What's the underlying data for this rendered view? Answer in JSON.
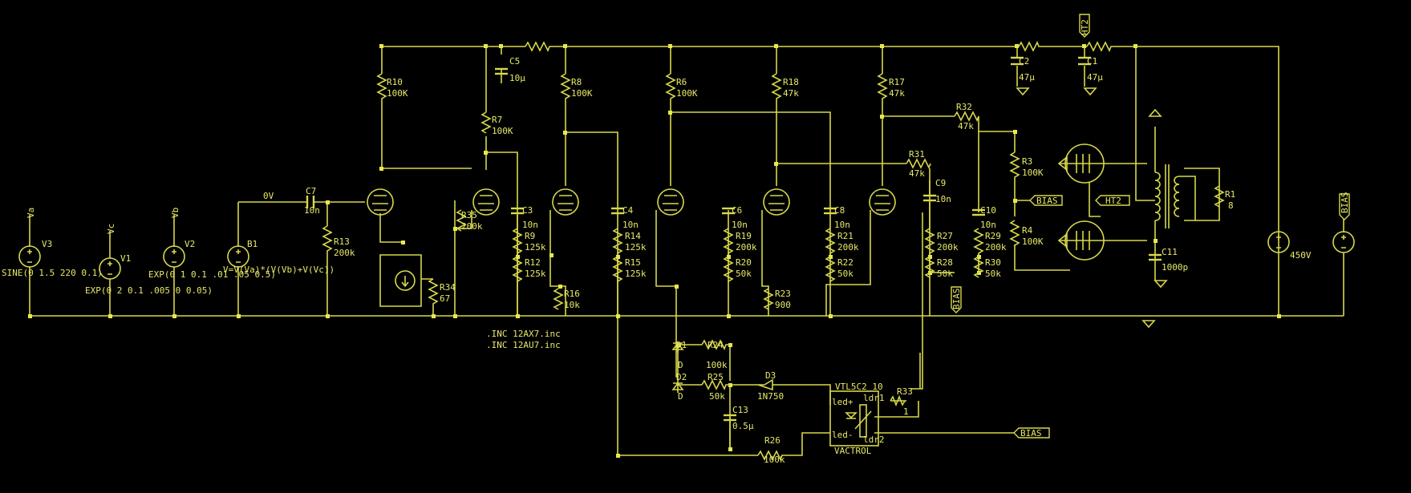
{
  "labels": {
    "node_0v": "0V",
    "nets": [
      "Va",
      "Vc",
      "Vb",
      "HT2",
      "BIAS",
      "BIAS",
      "BIAS",
      "BIAS",
      "HT2"
    ],
    "includes": [
      ".INC 12AX7.inc",
      ".INC 12AU7.inc"
    ],
    "vactrol_name": "VTL5C2_10",
    "vactrol_label": "VACTROL",
    "vactrol_pins": [
      "led+",
      "led-",
      "ldr1",
      "ldr2"
    ]
  },
  "sources": [
    {
      "ref": "V3",
      "value": "SINE(0 1.5 220 0.1)"
    },
    {
      "ref": "V1",
      "value": "EXP(0 2 0.1 .005 0 0.05)"
    },
    {
      "ref": "V2",
      "value": "EXP(0 1 0.1 .01 .05 0.5)"
    },
    {
      "ref": "B1",
      "value": "V=V(Va)*(V(Vb)+V(Vc))"
    },
    {
      "ref": "",
      "value": "450V"
    }
  ],
  "parts": [
    {
      "ref": "R10",
      "value": "100K"
    },
    {
      "ref": "R7",
      "value": "100K"
    },
    {
      "ref": "C5",
      "value": "10µ"
    },
    {
      "ref": "R8",
      "value": "100K"
    },
    {
      "ref": "R6",
      "value": "100K"
    },
    {
      "ref": "R18",
      "value": "47k"
    },
    {
      "ref": "R17",
      "value": "47k"
    },
    {
      "ref": "C2",
      "value": "47µ"
    },
    {
      "ref": "C1",
      "value": "47µ"
    },
    {
      "ref": "R32",
      "value": "47k"
    },
    {
      "ref": "R31",
      "value": "47k"
    },
    {
      "ref": "C9",
      "value": "10n"
    },
    {
      "ref": "C7",
      "value": "10n"
    },
    {
      "ref": "R13",
      "value": "200k"
    },
    {
      "ref": "R35",
      "value": "200k"
    },
    {
      "ref": "R34",
      "value": "67"
    },
    {
      "ref": "C3",
      "value": "10n"
    },
    {
      "ref": "R9",
      "value": "125k"
    },
    {
      "ref": "R12",
      "value": "125k"
    },
    {
      "ref": "C4",
      "value": "10n"
    },
    {
      "ref": "R14",
      "value": "125k"
    },
    {
      "ref": "R15",
      "value": "125k"
    },
    {
      "ref": "R16",
      "value": "10k"
    },
    {
      "ref": "C6",
      "value": "10n"
    },
    {
      "ref": "R19",
      "value": "200k"
    },
    {
      "ref": "R20",
      "value": "50k"
    },
    {
      "ref": "R23",
      "value": "900"
    },
    {
      "ref": "C8",
      "value": "10n"
    },
    {
      "ref": "R21",
      "value": "200k"
    },
    {
      "ref": "R22",
      "value": "50k"
    },
    {
      "ref": "R27",
      "value": "200k"
    },
    {
      "ref": "R28",
      "value": "50k"
    },
    {
      "ref": "C10",
      "value": "10n"
    },
    {
      "ref": "R29",
      "value": "200k"
    },
    {
      "ref": "R30",
      "value": "50k"
    },
    {
      "ref": "R3",
      "value": "100K"
    },
    {
      "ref": "R4",
      "value": "100K"
    },
    {
      "ref": "R1",
      "value": "8"
    },
    {
      "ref": "C11",
      "value": "1000p"
    },
    {
      "ref": "D1",
      "value": "D"
    },
    {
      "ref": "D2",
      "value": "D"
    },
    {
      "ref": "R24",
      "value": "100k"
    },
    {
      "ref": "R25",
      "value": "50k"
    },
    {
      "ref": "D3",
      "value": "1N750"
    },
    {
      "ref": "C13",
      "value": "0.5µ"
    },
    {
      "ref": "R26",
      "value": "100k"
    },
    {
      "ref": "R33",
      "value": "1"
    }
  ]
}
